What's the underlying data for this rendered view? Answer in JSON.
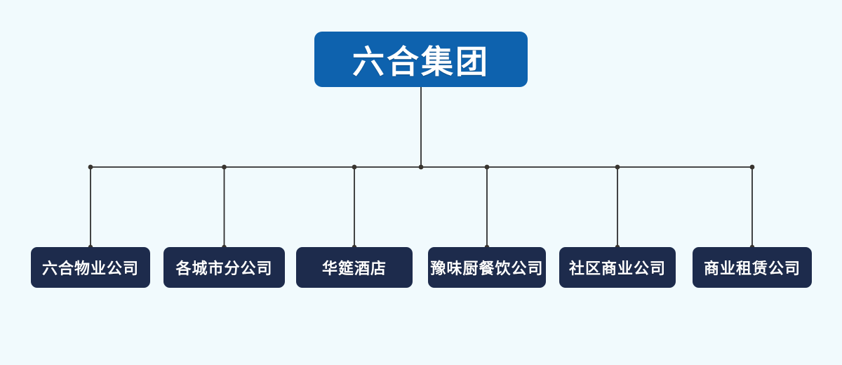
{
  "chart": {
    "type": "org-chart",
    "root": {
      "label": "六合集团"
    },
    "children": [
      {
        "label": "六合物业公司"
      },
      {
        "label": "各城市分公司"
      },
      {
        "label": "华筵酒店"
      },
      {
        "label": "豫味厨餐饮公司"
      },
      {
        "label": "社区商业公司"
      },
      {
        "label": "商业租赁公司"
      }
    ],
    "colors": {
      "background": "#f1fafd",
      "root_node_bg": "#0e62ae",
      "child_node_bg": "#1d2b4c",
      "node_text": "#ffffff",
      "connector_line": "#2f2f2f",
      "junction_dot": "#38342f"
    }
  }
}
